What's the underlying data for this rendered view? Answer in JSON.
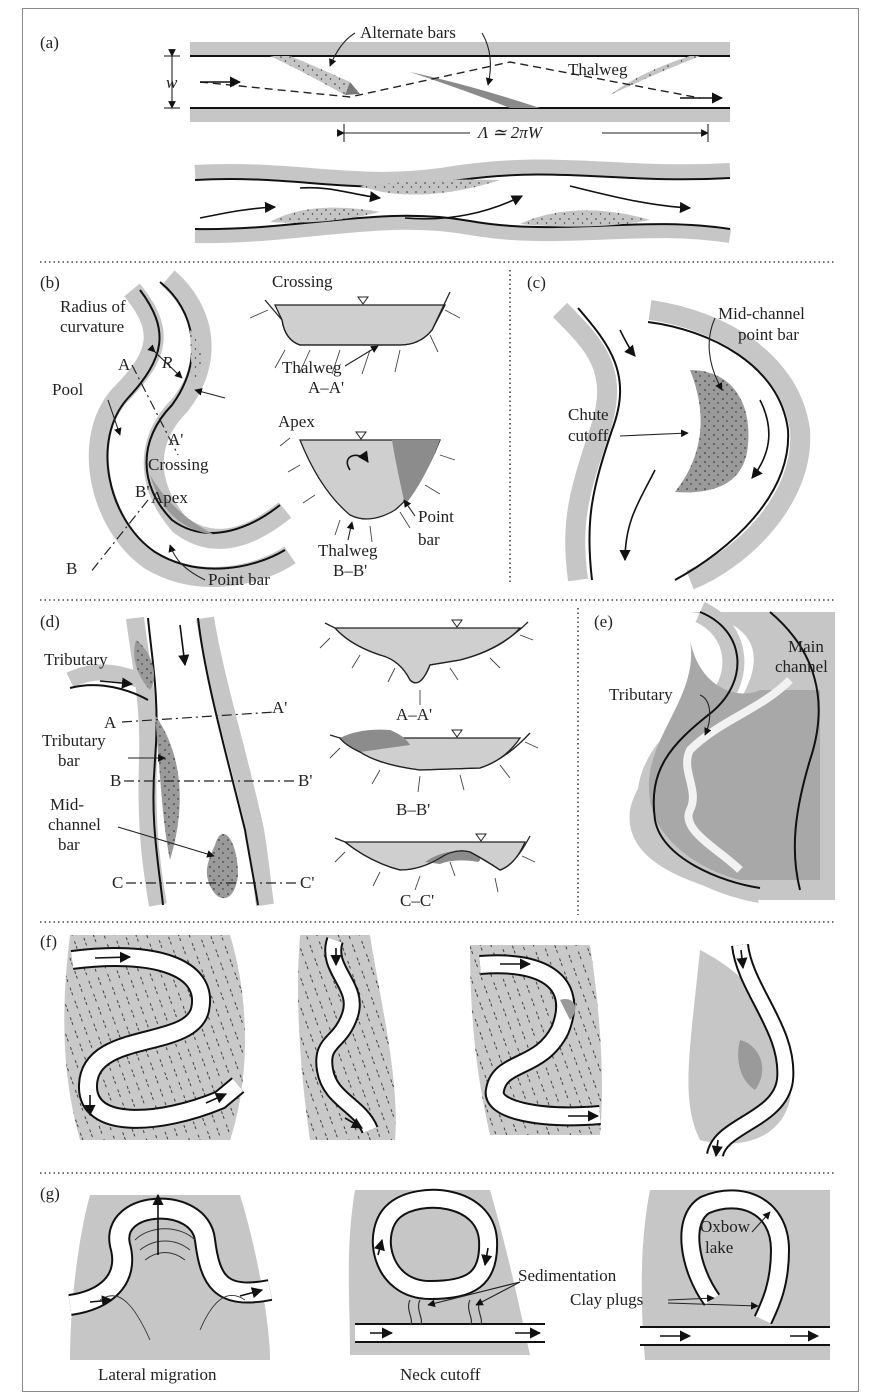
{
  "panels": {
    "a": {
      "tag": "(a)",
      "alternate_bars": "Alternate bars",
      "thalweg": "Thalweg",
      "w": "w",
      "wavelength": "Λ ≃ 2πW"
    },
    "b": {
      "tag": "(b)",
      "crossing_title": "Crossing",
      "radius1": "Radius of",
      "radius2": "curvature",
      "A": "A",
      "R": "R",
      "pool": "Pool",
      "A_prime": "A'",
      "crossing": "Crossing",
      "B_prime": "B'",
      "apex": "Apex",
      "B": "B",
      "point_bar": "Point bar",
      "thalweg1": "Thalweg",
      "section_aa": "A–A'",
      "apex_title": "Apex",
      "point1": "Point",
      "bar1": "bar",
      "thalweg2": "Thalweg",
      "section_bb": "B–B'"
    },
    "c": {
      "tag": "(c)",
      "mid1": "Mid-channel",
      "mid2": "point bar",
      "chute1": "Chute",
      "chute2": "cutoff"
    },
    "d": {
      "tag": "(d)",
      "tributary": "Tributary",
      "A": "A",
      "A_prime": "A'",
      "trib1": "Tributary",
      "trib2": "bar",
      "B": "B",
      "B_prime": "B'",
      "mid1": "Mid-",
      "mid2": "channel",
      "mid3": "bar",
      "C": "C",
      "C_prime": "C'",
      "sec_aa": "A–A'",
      "sec_bb": "B–B'",
      "sec_cc": "C–C'"
    },
    "e": {
      "tag": "(e)",
      "main1": "Main",
      "main2": "channel",
      "tributary": "Tributary"
    },
    "f": {
      "tag": "(f)"
    },
    "g": {
      "tag": "(g)",
      "lateral": "Lateral migration",
      "neck": "Neck cutoff",
      "sedimentation": "Sedimentation",
      "oxbow1": "Oxbow",
      "oxbow2": "lake",
      "clay": "Clay plugs"
    }
  }
}
